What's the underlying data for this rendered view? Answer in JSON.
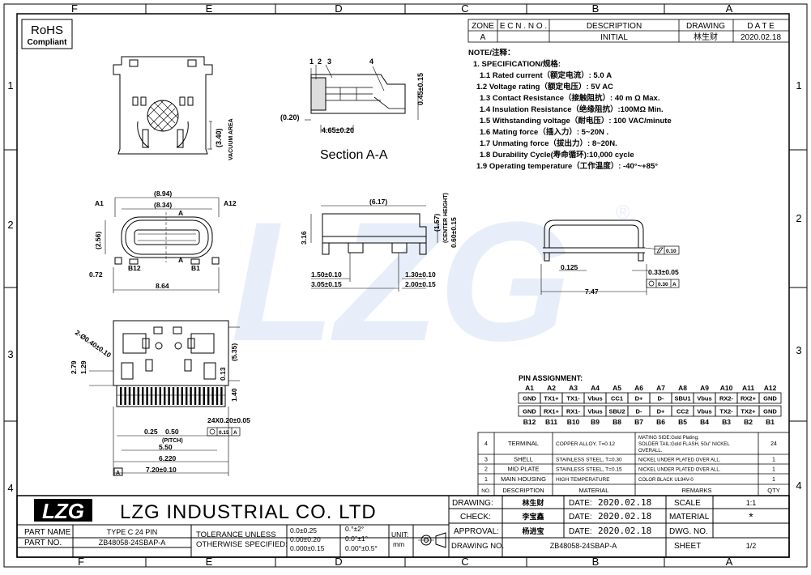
{
  "frame": {
    "top_cols": [
      "F",
      "E",
      "D",
      "C",
      "B",
      "A"
    ],
    "bottom_cols": [
      "F",
      "E",
      "D",
      "C",
      "B",
      "A"
    ],
    "left_rows": [
      "1",
      "2",
      "3",
      "4"
    ],
    "right_rows": [
      "1",
      "2",
      "3",
      "4"
    ]
  },
  "rohs": {
    "line1": "RoHS",
    "line2": "Compliant"
  },
  "revision": {
    "headers": [
      "ZONE",
      "E C N . N O .",
      "DESCRIPTION",
      "DRAWING",
      "D A T E"
    ],
    "row": [
      "A",
      "",
      "INITIAL",
      "林生财",
      "2020.02.18"
    ]
  },
  "notes": {
    "title": "NOTE/注释：",
    "spec_title": "1. SPECIFICATION/规格:",
    "items": [
      "1.1  Rated current（额定电流）: 5.0 A",
      "1.2 Voltage rating（额定电压）: 5V AC",
      "1.3  Contact Resistance（接触阻抗）: 40 m Ω Max.",
      "1.4  Insulation Resistance（绝缘阻抗）:100MΩ Min.",
      "1.5  Withstanding voltage（耐电压）: 100 VAC/minute",
      "1.6  Mating force（插入力）: 5~20N .",
      "1.7  Unmating force（拔出力）: 8~20N.",
      "1.8  Durability Cycle(寿命循环):10,000  cycle",
      "1.9 Operating temperature（工作温度）: -40°~+85°"
    ]
  },
  "views": {
    "top": {
      "vacuum_dim": "(3.40)",
      "vacuum_label": "VACUUM AREA"
    },
    "section": {
      "callouts": [
        "1",
        "2",
        "3",
        "4"
      ],
      "dim_left": "(0.20)",
      "dim_bottom": "4.65±0.20",
      "dim_right": "0.45±0.15",
      "caption": "Section A-A"
    },
    "front": {
      "dim_overall": "(8.94)",
      "dim_inner": "(8.34)",
      "label_a1": "A1",
      "label_a12": "A12",
      "label_b12": "B12",
      "label_b1": "B1",
      "label_a_top": "A",
      "label_a_bottom": "A",
      "dim_height": "(2.56)",
      "dim_072": "0.72",
      "dim_864": "8.64"
    },
    "side": {
      "dim_top": "(6.17)",
      "dim_316": "3.16",
      "dim_157": "(1.57)",
      "dim_center": "(CENTER HEIGHT)",
      "dim_060": "0.60±0.15",
      "dim_150": "1.50±0.10",
      "dim_305": "3.05±0.15",
      "dim_130": "1.30±0.10",
      "dim_200": "2.00±0.15"
    },
    "end": {
      "dim_0125": "0.125",
      "dim_033": "0.33±0.05",
      "dim_747": "7.47",
      "flat_tol": "0.10",
      "pos_tol": "0.30",
      "pos_ref": "A"
    },
    "pcb": {
      "dim_holes": "2-Ø0.40±0.10",
      "dim_535": "(5.35)",
      "dim_279": "2.79",
      "dim_129": "1.29",
      "dim_013": "0.13",
      "dim_140": "1.40",
      "dim_24x": "24X0.20±0.05",
      "dim_025": "0.25",
      "dim_050": "0.50",
      "pitch": "(PITCH)",
      "tol_015": "0.15",
      "tol_ref": "A",
      "dim_550": "5.50",
      "dim_6220": "6.220",
      "dim_720": "7.20±0.10",
      "datum_a": "A"
    }
  },
  "pins": {
    "title": "PIN ASSIGNMENT:",
    "top_numbers": [
      "A1",
      "A2",
      "A3",
      "A4",
      "A5",
      "A6",
      "A7",
      "A8",
      "A9",
      "A10",
      "A11",
      "A12"
    ],
    "row_a": [
      "GND",
      "TX1+",
      "TX1-",
      "Vbus",
      "CC1",
      "D+",
      "D-",
      "SBU1",
      "Vbus",
      "RX2-",
      "RX2+",
      "GND"
    ],
    "row_b": [
      "GND",
      "RX1+",
      "RX1-",
      "Vbus",
      "SBU2",
      "D-",
      "D+",
      "CC2",
      "Vbus",
      "TX2-",
      "TX2+",
      "GND"
    ],
    "bottom_numbers": [
      "B12",
      "B11",
      "B10",
      "B9",
      "B8",
      "B7",
      "B6",
      "B5",
      "B4",
      "B3",
      "B2",
      "B1"
    ]
  },
  "bom": {
    "rows": [
      {
        "no": "4",
        "desc": "TERMINAL",
        "material": "COPPER ALLOY, T=0.12",
        "remarks": [
          "MATING SIDE:Gold Plating;",
          "SOLDER TAIL:Gold FLASH, 50u\" NICKEL",
          "OVERALL."
        ],
        "qty": "24"
      },
      {
        "no": "3",
        "desc": "SHELL",
        "material": "STAINLESS STEEL, T=0.30",
        "remarks": [
          "NICKEL UNDER PLATED OVER ALL."
        ],
        "qty": "1"
      },
      {
        "no": "2",
        "desc": "MID PLATE",
        "material": "STAINLESS STEEL, T=0.15",
        "remarks": [
          "NICKEL UNDER PLATED OVER ALL."
        ],
        "qty": "1"
      },
      {
        "no": "1",
        "desc": "MAIN HOUSING",
        "material": "HIGH TEMPERATURE",
        "remarks": [
          "COLOR BLACK UL94V-0"
        ],
        "qty": "1"
      }
    ],
    "headers": {
      "no": "NO.",
      "desc": "DESCRIPTION",
      "material": "MATERIAL",
      "remarks": "REMARKS",
      "qty": "QTY"
    }
  },
  "title_block": {
    "logo": "LZG",
    "company": "LZG  INDUSTRIAL  CO.  LTD",
    "part_name_label": "PART NAME",
    "part_name": "TYPE C 24 PIN",
    "part_no_label": "PART NO.",
    "part_no": "ZB48058-24SBAP-A",
    "tolerance_line1": "TOLERANCE  UNLESS",
    "tolerance_line2": "OTHERWISE  SPECIFIED:",
    "tol_linear": [
      "0.0±0.25",
      "0.00±0.20",
      "0.000±0.15"
    ],
    "tol_angle": [
      "0.°±2°",
      "0.0°±1°",
      "0.00°±0.5°"
    ],
    "unit_label": "UNIT:",
    "unit": "mm",
    "drawing_label": "DRAWING:",
    "drawing_name": "林生财",
    "check_label": "CHECK:",
    "check_name": "李宝鑫",
    "approval_label": "APPROVAL:",
    "approval_name": "杨进宝",
    "drawing_no_label": "DRAWING NO.",
    "drawing_no": "ZB48058-24SBAP-A",
    "date_label1": "DATE:",
    "date1": "2020.02.18",
    "date_label2": "DATE:",
    "date2": "2020.02.18",
    "date_label3": "DATE:",
    "date3": "2020.02.18",
    "scale_label": "SCALE",
    "scale": "1:1",
    "material_label": "MATERIAL",
    "material": "*",
    "dwg_no_label": "DWG. NO.",
    "dwg_no": "",
    "sheet_label": "SHEET",
    "sheet": "1/2"
  },
  "watermark": {
    "text": "LZG",
    "mark": "®"
  }
}
